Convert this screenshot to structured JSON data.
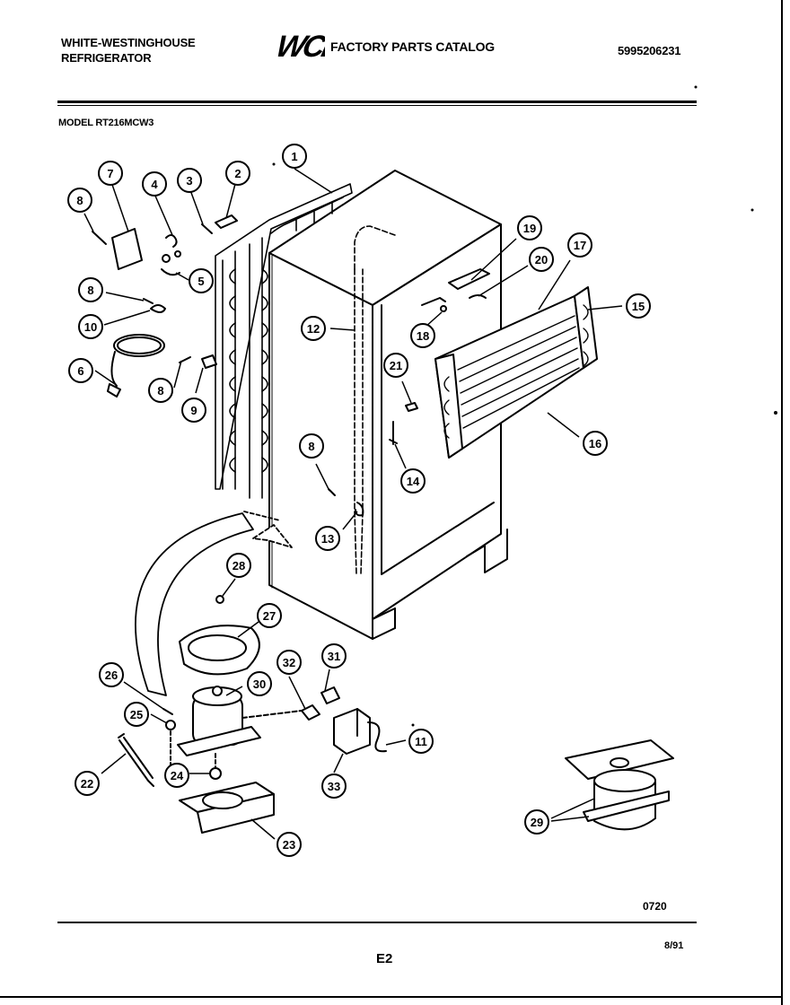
{
  "header": {
    "brand_line1": "WHITE-WESTINGHOUSE",
    "brand_line2": "REFRIGERATOR",
    "logo_text": "WCI",
    "catalog_title": "FACTORY PARTS CATALOG",
    "document_number": "5995206231",
    "model_label": "MODEL RT216MCW3"
  },
  "callouts": [
    {
      "label": "1"
    },
    {
      "label": "7"
    },
    {
      "label": "4"
    },
    {
      "label": "3"
    },
    {
      "label": "2"
    },
    {
      "label": "8"
    },
    {
      "label": "5"
    },
    {
      "label": "8"
    },
    {
      "label": "10"
    },
    {
      "label": "6"
    },
    {
      "label": "8"
    },
    {
      "label": "9"
    },
    {
      "label": "12"
    },
    {
      "label": "19"
    },
    {
      "label": "17"
    },
    {
      "label": "20"
    },
    {
      "label": "15"
    },
    {
      "label": "18"
    },
    {
      "label": "21"
    },
    {
      "label": "16"
    },
    {
      "label": "14"
    },
    {
      "label": "8"
    },
    {
      "label": "13"
    },
    {
      "label": "28"
    },
    {
      "label": "27"
    },
    {
      "label": "32"
    },
    {
      "label": "31"
    },
    {
      "label": "26"
    },
    {
      "label": "30"
    },
    {
      "label": "25"
    },
    {
      "label": "11"
    },
    {
      "label": "22"
    },
    {
      "label": "24"
    },
    {
      "label": "33"
    },
    {
      "label": "29"
    },
    {
      "label": "23"
    }
  ],
  "footer": {
    "illustration_code": "0720",
    "page_label": "E2",
    "date": "8/91"
  }
}
